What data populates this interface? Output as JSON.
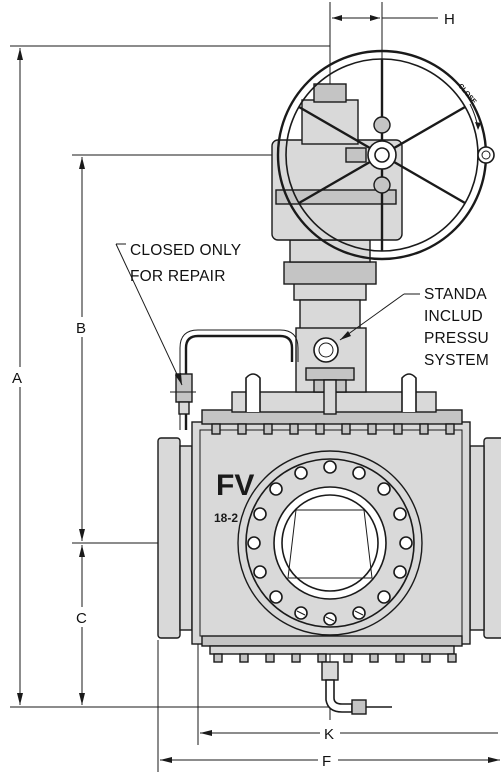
{
  "dimensions": {
    "a": "A",
    "b": "B",
    "c": "C",
    "f": "F",
    "h": "H",
    "k": "K"
  },
  "notes": {
    "closed_line1": "CLOSED ONLY",
    "closed_line2": "FOR REPAIR",
    "standard_line1": "STANDA",
    "standard_line2": "INCLUD",
    "standard_line3": "PRESSU",
    "standard_line4": "SYSTEM"
  },
  "handwheel_label": "CLOSE",
  "body_marking": {
    "logo": "FV",
    "rating": "18-2"
  }
}
